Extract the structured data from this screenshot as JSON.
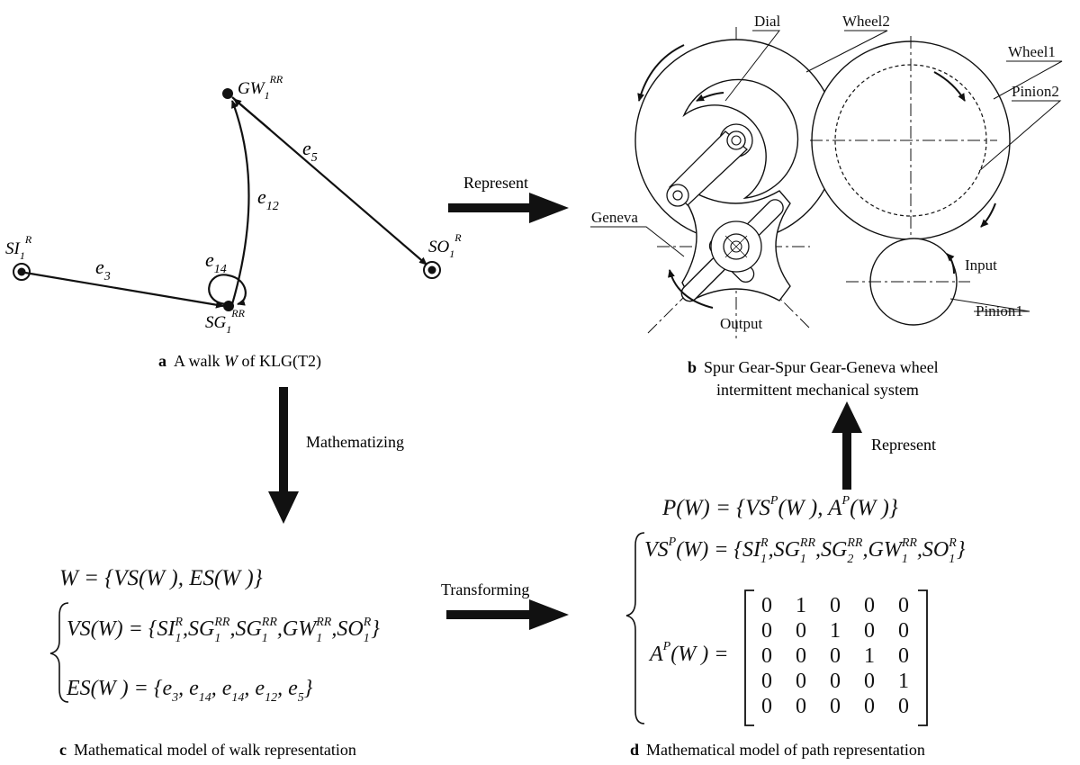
{
  "panel_a": {
    "letter": "a",
    "caption_pre": "A walk ",
    "caption_var": "W",
    "caption_post": " of KLG(T2)",
    "nodes": {
      "gw": {
        "base": "GW",
        "sub": "1",
        "sup": "RR"
      },
      "si": {
        "base": "SI",
        "sub": "1",
        "sup": "R"
      },
      "so": {
        "base": "SO",
        "sub": "1",
        "sup": "R"
      },
      "sg": {
        "base": "SG",
        "sub": "1",
        "sup": "RR"
      }
    },
    "edges": {
      "e3": {
        "base": "e",
        "sub": "3"
      },
      "e5": {
        "base": "e",
        "sub": "5"
      },
      "e12": {
        "base": "e",
        "sub": "12"
      },
      "e14": {
        "base": "e",
        "sub": "14"
      }
    }
  },
  "panel_b": {
    "letter": "b",
    "caption_line1": "Spur Gear-Spur Gear-Geneva wheel",
    "caption_line2": "intermittent mechanical system",
    "labels": {
      "dial": "Dial",
      "wheel2": "Wheel2",
      "wheel1": "Wheel1",
      "pinion2": "Pinion2",
      "geneva": "Geneva",
      "input": "Input",
      "output": "Output",
      "pinion1": "Pinion1"
    }
  },
  "panel_c": {
    "letter": "c",
    "caption": "Mathematical model of walk representation",
    "w_line": "W  = {VS(W ), ES(W )}",
    "vs_lhs": "VS(W) = {",
    "vs_terms": [
      {
        "base": "SI",
        "sub": "1",
        "sup": "R"
      },
      {
        "base": "SG",
        "sub": "1",
        "sup": "RR"
      },
      {
        "base": "SG",
        "sub": "1",
        "sup": "RR"
      },
      {
        "base": "GW",
        "sub": "1",
        "sup": "RR"
      },
      {
        "base": "SO",
        "sub": "1",
        "sup": "R"
      }
    ],
    "es_lhs": "ES(W ) = {",
    "es_terms": [
      "3",
      "14",
      "14",
      "12",
      "5"
    ]
  },
  "panel_d": {
    "letter": "d",
    "caption": "Mathematical model of path representation",
    "p_line_lhs": "P(W) = {",
    "vs_lhs": "VS",
    "vs_terms": [
      {
        "base": "SI",
        "sub": "1",
        "sup": "R"
      },
      {
        "base": "SG",
        "sub": "1",
        "sup": "RR"
      },
      {
        "base": "SG",
        "sub": "2",
        "sup": "RR"
      },
      {
        "base": "GW",
        "sub": "1",
        "sup": "RR"
      },
      {
        "base": "SO",
        "sub": "1",
        "sup": "R"
      }
    ],
    "matrix_lhs": "A",
    "matrix": [
      [
        "0",
        "1",
        "0",
        "0",
        "0"
      ],
      [
        "0",
        "0",
        "1",
        "0",
        "0"
      ],
      [
        "0",
        "0",
        "0",
        "1",
        "0"
      ],
      [
        "0",
        "0",
        "0",
        "0",
        "1"
      ],
      [
        "0",
        "0",
        "0",
        "0",
        "0"
      ]
    ]
  },
  "arrows": {
    "represent_top": "Represent",
    "mathematizing": "Mathematizing",
    "transforming": "Transforming",
    "represent_right": "Represent"
  }
}
